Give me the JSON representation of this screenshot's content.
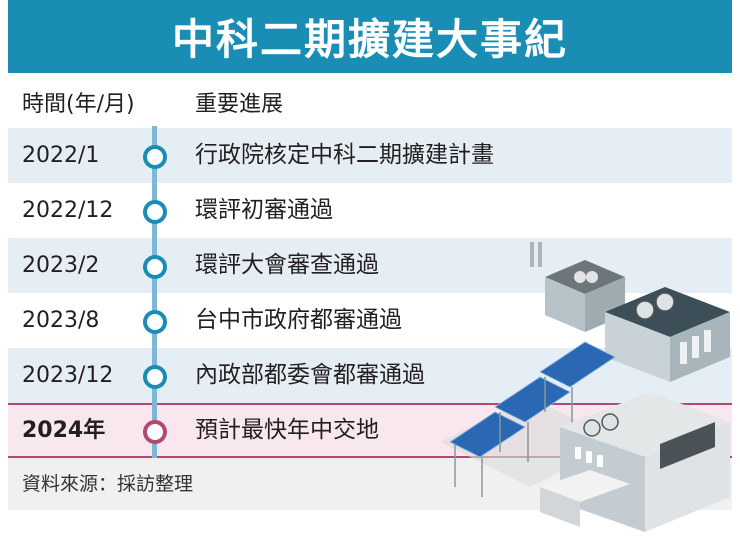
{
  "title": "中科二期擴建大事紀",
  "columns": {
    "time": "時間(年/月)",
    "progress": "重要進展"
  },
  "timeline": [
    {
      "date": "2022/1",
      "event": "行政院核定中科二期擴建計畫",
      "highlight": false
    },
    {
      "date": "2022/12",
      "event": "環評初審通過",
      "highlight": false
    },
    {
      "date": "2023/2",
      "event": "環評大會審查通過",
      "highlight": false
    },
    {
      "date": "2023/8",
      "event": "台中市政府都審通過",
      "highlight": false
    },
    {
      "date": "2023/12",
      "event": "內政部都委會都審通過",
      "highlight": false
    },
    {
      "date": "2024年",
      "event": "預計最快年中交地",
      "highlight": true
    }
  ],
  "source": "資料來源：採訪整理",
  "colors": {
    "header_bg": "#1a8db5",
    "row_alt_bg": "#e6eef5",
    "highlight_bg": "#f8e7ee",
    "highlight_border": "#b14a72",
    "node_blue": "#1a8db5",
    "node_highlight": "#b14a72",
    "timeline_line": "#7fb7d4",
    "footer_bg": "#f0f0f0"
  },
  "illustration": "industrial-park-buildings-with-solar-panels"
}
